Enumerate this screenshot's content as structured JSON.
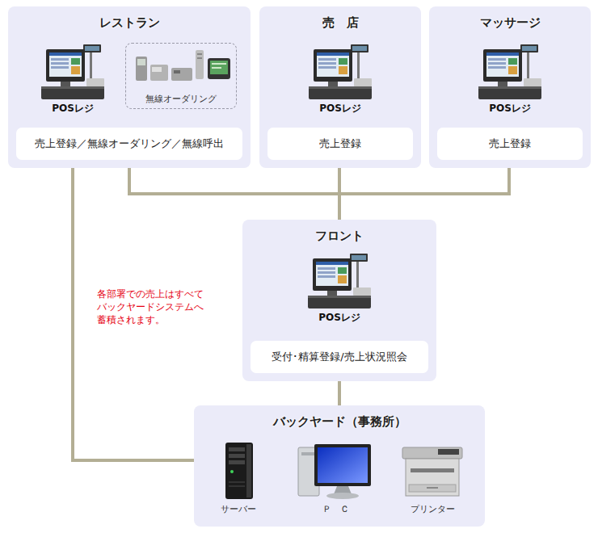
{
  "diagram": {
    "nodes": [
      {
        "text": [
          "レストラン"
        ]
      },
      {
        "text": [
          "無線オーダリング"
        ],
        "in": 0
      },
      {
        "text": [
          "売上登録／無線オーダリング／無線呼出"
        ],
        "in": 0
      },
      {
        "text": [
          "売　店"
        ]
      },
      {
        "text": [
          "売上登録"
        ],
        "in": 3
      },
      {
        "text": [
          "マッサージ"
        ]
      },
      {
        "text": [
          "売上登録"
        ],
        "in": 5
      },
      {
        "text": [
          "フロント"
        ]
      },
      {
        "text": [
          "受付･精算登録/売上状況照会"
        ],
        "in": 7
      },
      {
        "text": [
          "バックヤード（事務所）"
        ]
      }
    ],
    "edges": [
      {
        "from": 0,
        "to": 7,
        "arrow": "none"
      },
      {
        "from": 3,
        "to": 7,
        "arrow": "none"
      },
      {
        "from": 5,
        "to": 7,
        "arrow": "none"
      },
      {
        "from": 7,
        "to": 9,
        "arrow": "none"
      },
      {
        "from": 0,
        "to": 9,
        "arrow": "none"
      }
    ],
    "labels": [
      "POSレジ",
      "POSレジ",
      "POSレジ",
      "各部署での売上はすべて バックヤードシステムへ 蓄積されます。",
      "POSレジ",
      "サーバー",
      "Ｐ　Ｃ",
      "プリンター"
    ]
  }
}
